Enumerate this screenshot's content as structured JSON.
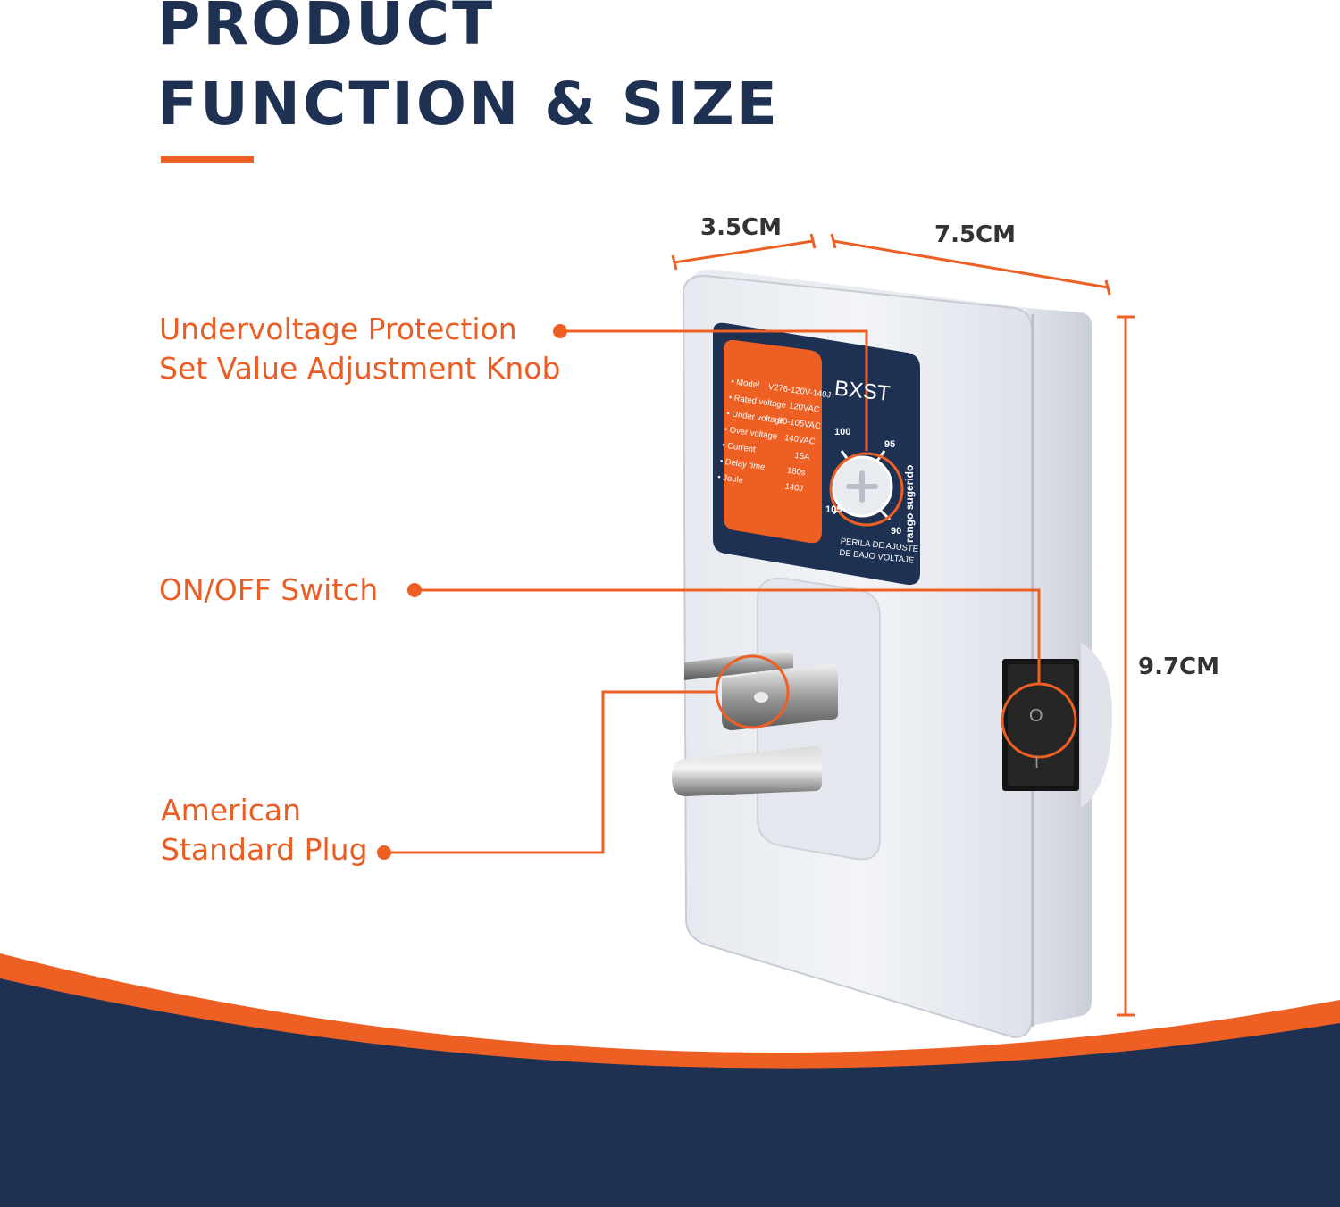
{
  "header": {
    "title_line1": "PRODUCT",
    "title_line2": "FUNCTION & SIZE"
  },
  "dimensions": {
    "depth": "3.5CM",
    "width": "7.5CM",
    "height": "9.7CM"
  },
  "callouts": {
    "knob_line1": "Undervoltage Protection",
    "knob_line2": "Set Value Adjustment Knob",
    "switch": "ON/OFF Switch",
    "plug_line1": "American",
    "plug_line2": "Standard Plug"
  },
  "device_label": {
    "brand": "BXST",
    "specs": [
      {
        "name": "• Model",
        "value": "V276-120V-140J"
      },
      {
        "name": "• Rated voltage",
        "value": "120VAC"
      },
      {
        "name": "• Under voltage",
        "value": "90-105VAC"
      },
      {
        "name": "• Over voltage",
        "value": "140VAC"
      },
      {
        "name": "• Current",
        "value": "15A"
      },
      {
        "name": "• Delay time",
        "value": "180s"
      },
      {
        "name": "• Joule",
        "value": "140J"
      }
    ],
    "dial_marks": [
      "100",
      "95",
      "105",
      "90"
    ],
    "side_text": "rango sugerido",
    "knob_caption_line1": "PERILA DE AJUSTE",
    "knob_caption_line2": "DE BAJO VOLTAJE",
    "switch_on_symbol": "O",
    "switch_off_symbol": "I"
  },
  "colors": {
    "navy": "#1f3153",
    "orange": "#ee5f24",
    "device_white": "#eef0f4"
  }
}
